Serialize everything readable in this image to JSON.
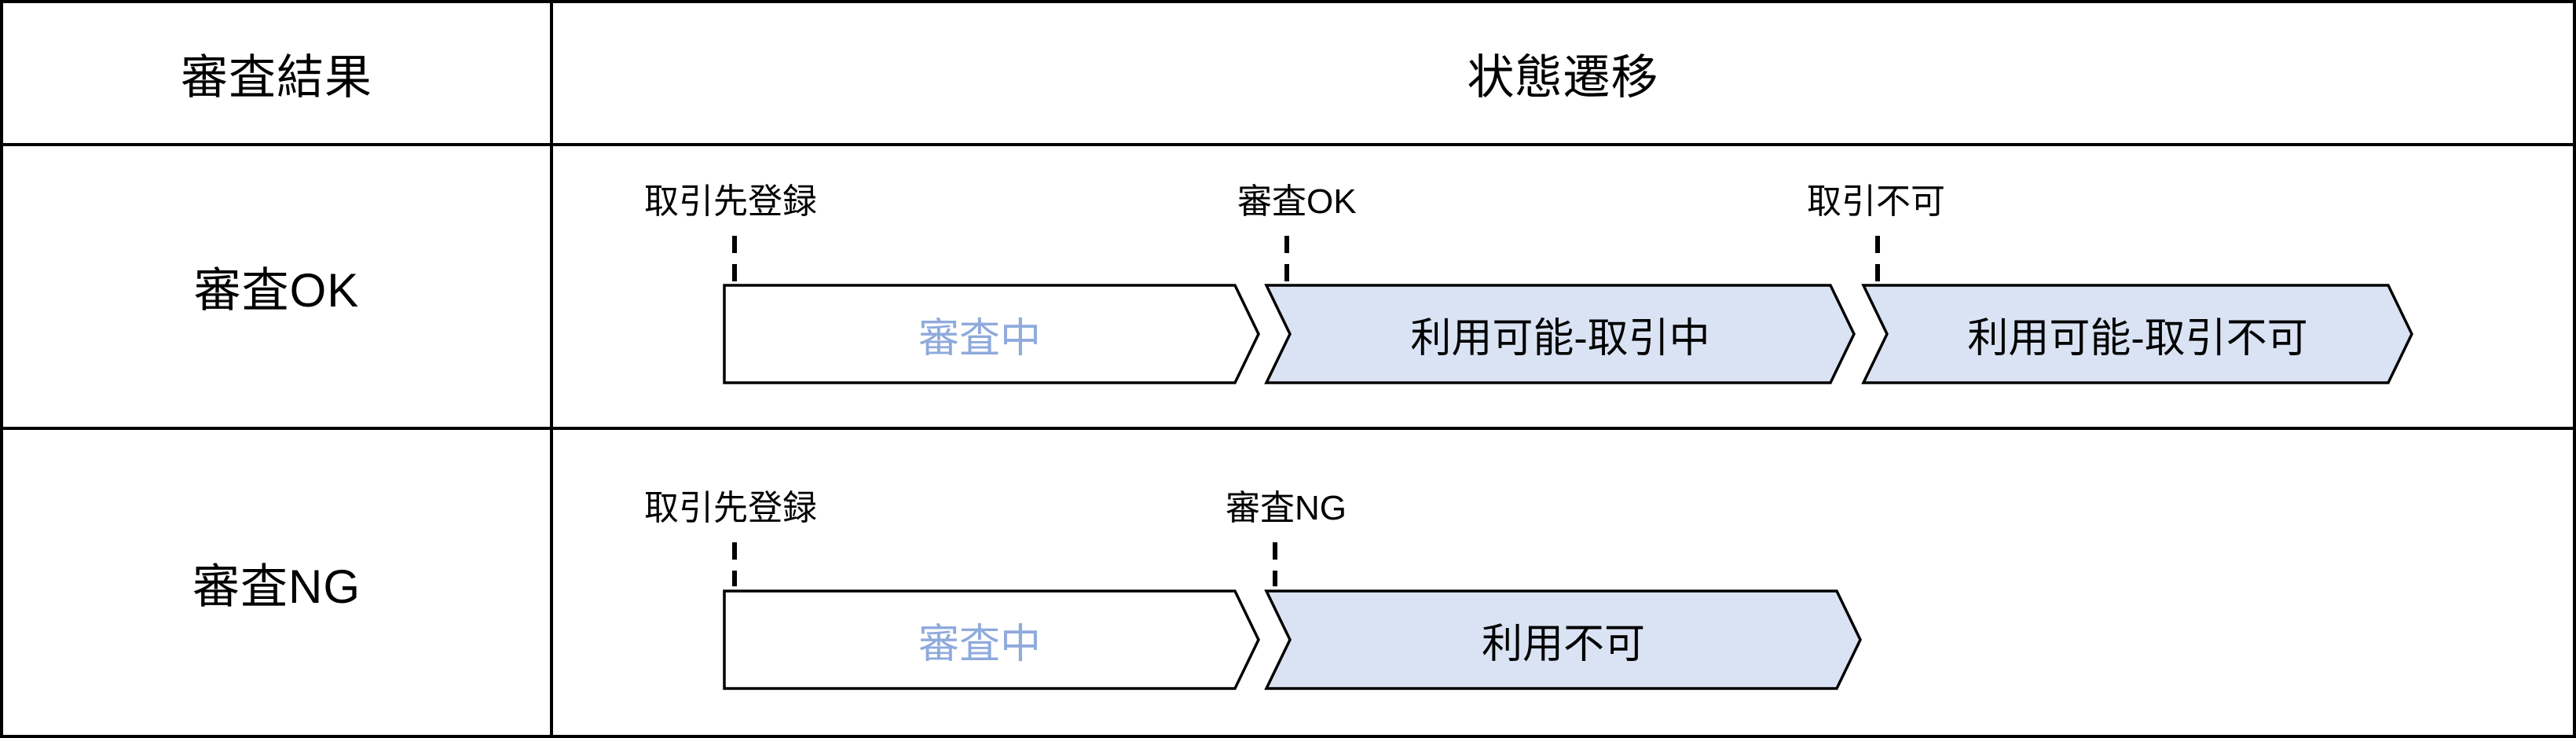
{
  "header": {
    "result_col": "審査結果",
    "transition_col": "状態遷移"
  },
  "rows": [
    {
      "result": "審査OK",
      "events": [
        "取引先登録",
        "審査OK",
        "取引不可"
      ],
      "states": [
        {
          "label": "審査中",
          "variant": "pending"
        },
        {
          "label": "利用可能-取引中",
          "variant": "available"
        },
        {
          "label": "利用可能-取引不可",
          "variant": "available"
        }
      ]
    },
    {
      "result": "審査NG",
      "events": [
        "取引先登録",
        "審査NG"
      ],
      "states": [
        {
          "label": "審査中",
          "variant": "pending"
        },
        {
          "label": "利用不可",
          "variant": "available"
        }
      ]
    }
  ],
  "colors": {
    "border": "#000000",
    "state_fill_white": "#FFFFFF",
    "state_fill_blue": "#DAE3F3",
    "pending_text": "#8FAADC"
  }
}
